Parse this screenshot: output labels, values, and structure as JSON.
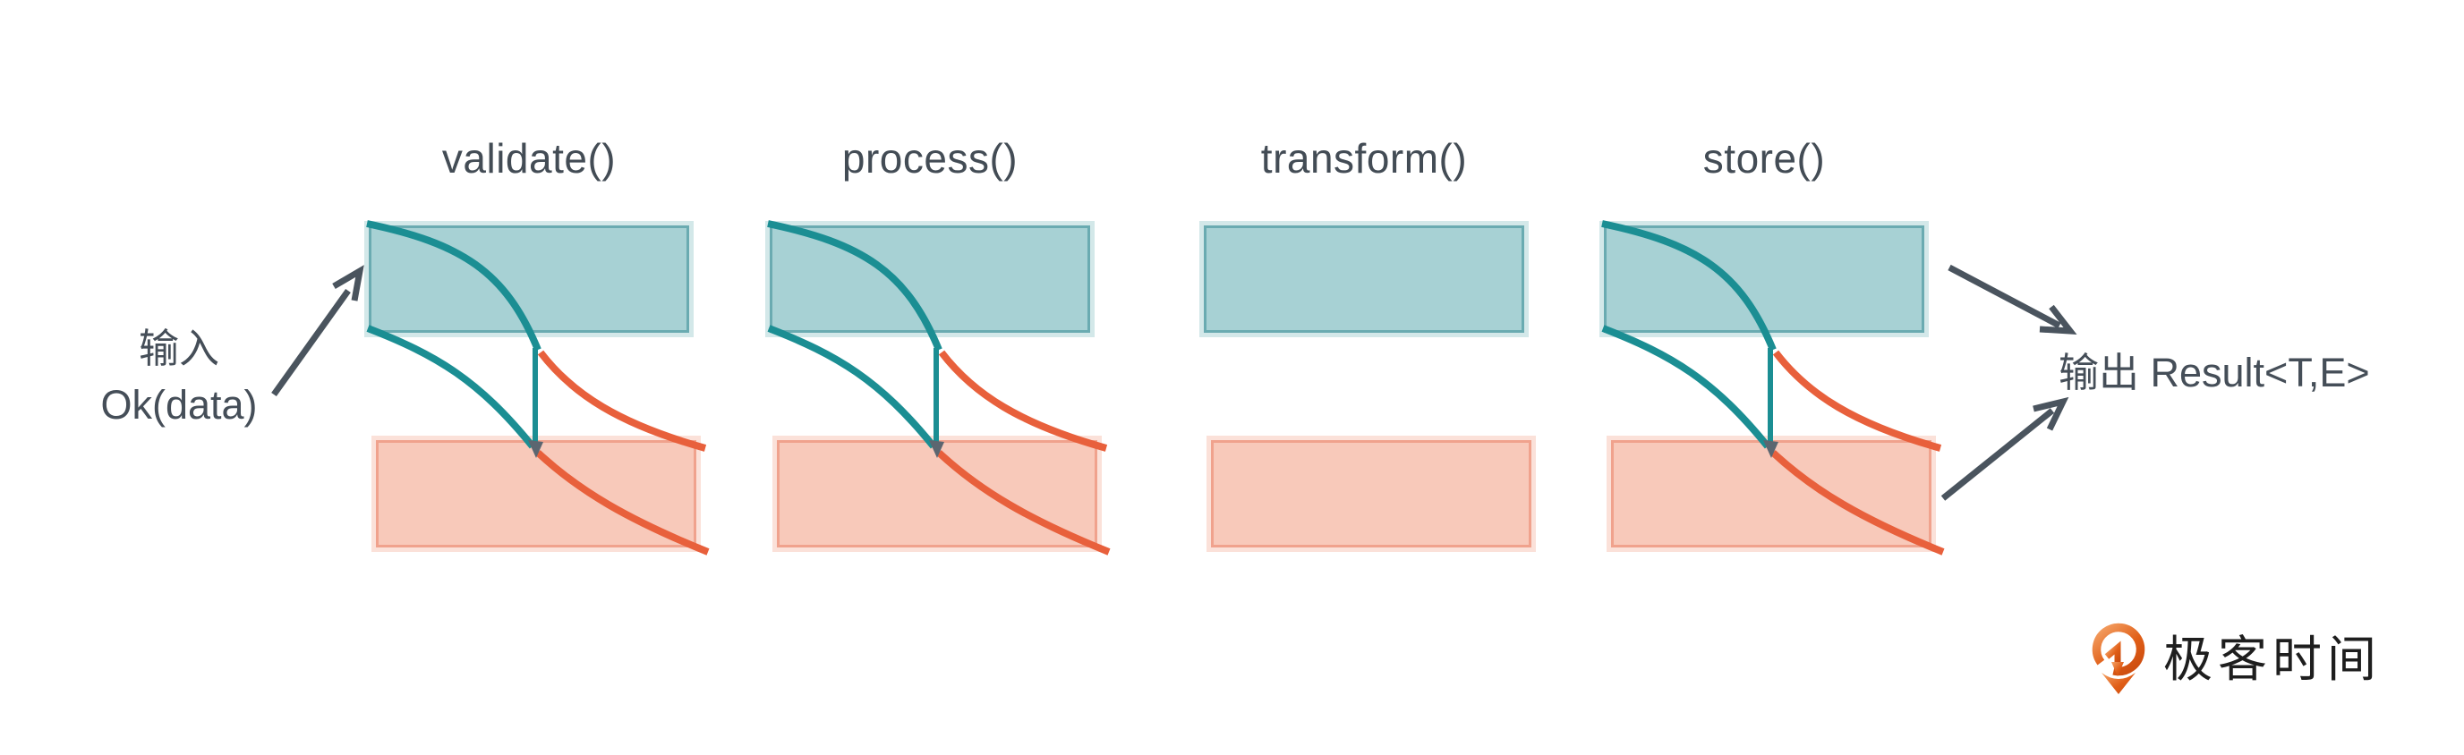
{
  "diagram": {
    "stages": [
      {
        "label": "validate()",
        "flow": true
      },
      {
        "label": "process()",
        "flow": true
      },
      {
        "label": "transform()",
        "flow": false
      },
      {
        "label": "store()",
        "flow": true
      }
    ],
    "input": {
      "line1": "输入",
      "line2": "Ok(data)"
    },
    "output": {
      "label": "输出 Result<T,E>"
    },
    "tracks": {
      "ok_curve_color": "#1b8e93",
      "err_curve_color": "#e8603c",
      "ok_box_fill": "#a7d1d4",
      "ok_box_border": "#6aabb1",
      "err_box_fill": "#f8c9ba",
      "err_box_border": "#f0a28d",
      "arrow_color": "#4a545e",
      "junction_arrow_color": "#5c6670"
    }
  },
  "logo": {
    "text": "极客时间",
    "accent_color": "#e05e17"
  }
}
